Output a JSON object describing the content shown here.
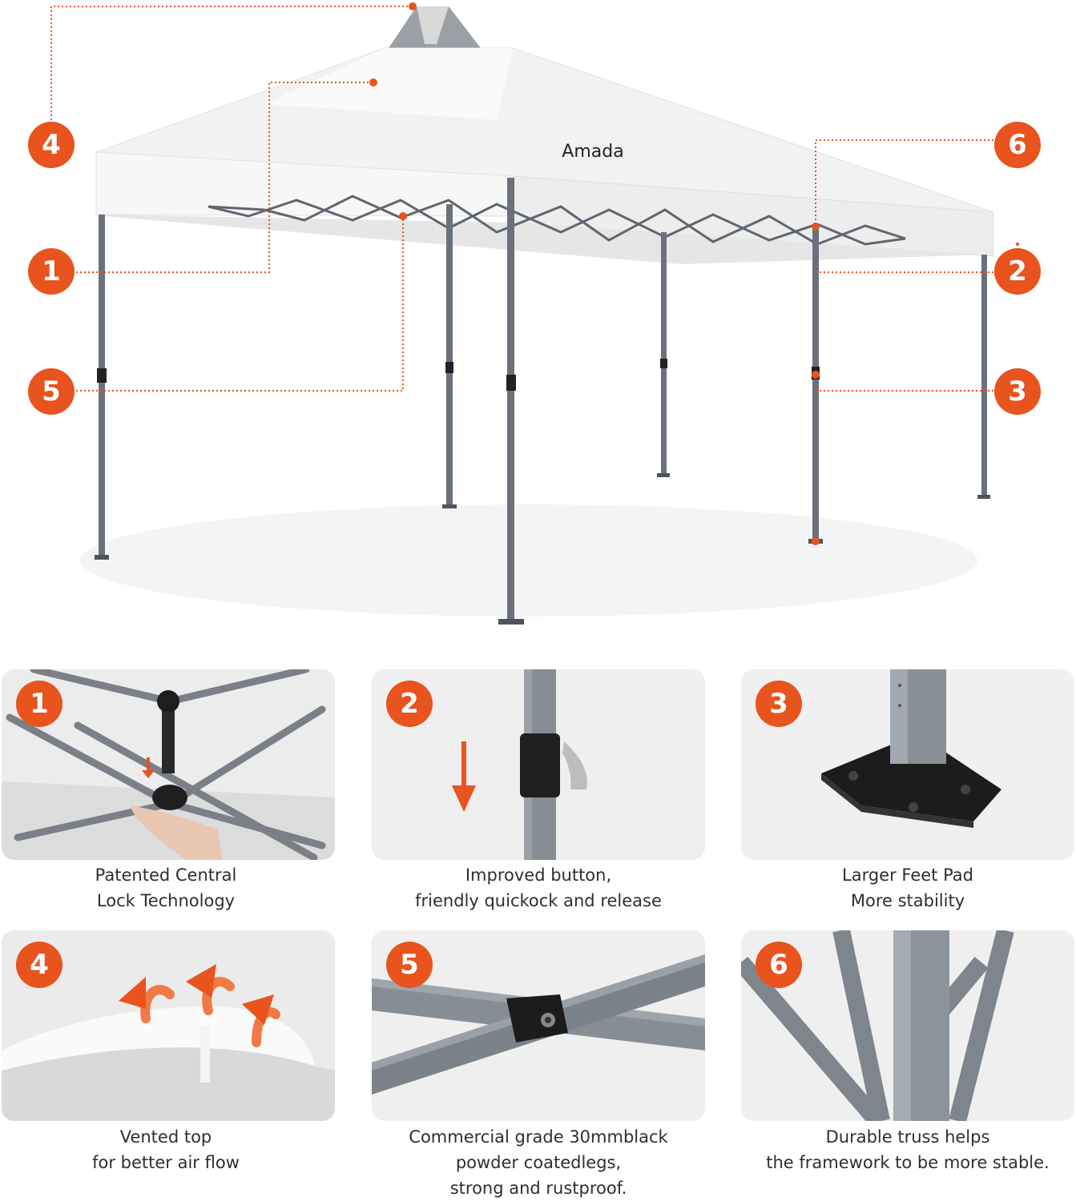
{
  "brand": "Amada",
  "accent_color": "#e8531e",
  "hero_callouts": [
    {
      "number": "4"
    },
    {
      "number": "1"
    },
    {
      "number": "5"
    },
    {
      "number": "6"
    },
    {
      "number": "2"
    },
    {
      "number": "3"
    }
  ],
  "features": [
    {
      "number": "1",
      "caption": [
        "Patented Central",
        "Lock Technology"
      ]
    },
    {
      "number": "2",
      "caption": [
        "Improved button,",
        "friendly quickock and release"
      ]
    },
    {
      "number": "3",
      "caption": [
        "Larger Feet Pad",
        "More stability"
      ]
    },
    {
      "number": "4",
      "caption": [
        "Vented top",
        "for better air flow"
      ]
    },
    {
      "number": "5",
      "caption": [
        "Commercial grade 30mmblack",
        "powder coatedlegs,",
        "strong and rustproof."
      ]
    },
    {
      "number": "6",
      "caption": [
        "Durable truss helps",
        "the framework to be more stable."
      ]
    }
  ]
}
